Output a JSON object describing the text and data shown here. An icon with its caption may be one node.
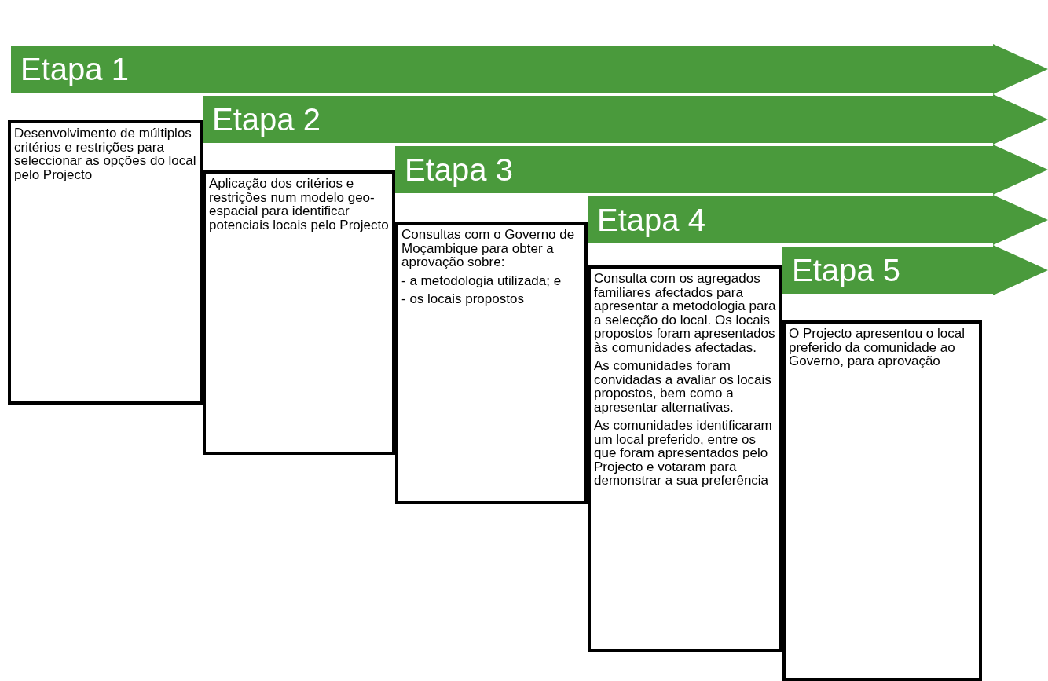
{
  "diagram": {
    "nodes": [
      {
        "text": [
          "Etapa 1"
        ]
      },
      {
        "text": [
          "Desenvolvimento de múltiplos critérios e restrições para seleccionar as opções do local pelo Projecto"
        ]
      },
      {
        "text": [
          "Etapa 2"
        ]
      },
      {
        "text": [
          "Aplicação dos critérios e restrições num modelo geo-espacial para identificar potenciais locais pelo Projecto"
        ]
      },
      {
        "text": [
          "Etapa 3"
        ]
      },
      {
        "text": [
          "Consultas com o Governo de Moçambique para obter a aprovação sobre:",
          "- a metodologia utilizada; e",
          "- os locais propostos"
        ]
      },
      {
        "text": [
          "Etapa 4"
        ]
      },
      {
        "text": [
          "Consulta com os agregados familiares afectados para apresentar a metodologia para a selecção do local. Os locais propostos foram apresentados às comunidades afectadas.",
          "As comunidades foram convidadas a avaliar os locais propostos, bem como a apresentar alternativas.",
          "As comunidades identificaram um local preferido, entre os que foram apresentados pelo Projecto e votaram para demonstrar a sua preferência"
        ]
      },
      {
        "text": [
          "Etapa 5"
        ]
      },
      {
        "text": [
          "O Projecto apresentou o local preferido da comunidade ao Governo, para aprovação"
        ]
      }
    ],
    "edges": []
  }
}
